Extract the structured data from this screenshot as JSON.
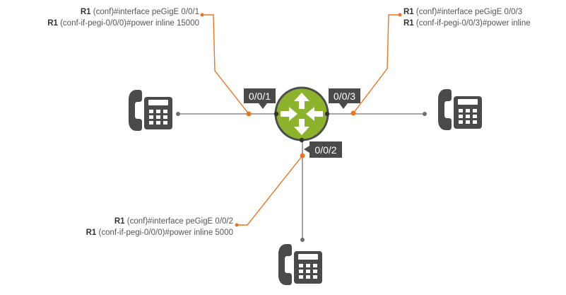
{
  "diagram": {
    "colors": {
      "accent_line": "#e87722",
      "link_line": "#8c8c8c",
      "router_fill": "#8db32c",
      "router_stroke": "#4d4d4d",
      "label_bg": "#4a4a4a",
      "phone": "#4a4a4a"
    },
    "router": {
      "name": "router-icon"
    },
    "ports": {
      "p1": "0/0/1",
      "p2": "0/0/2",
      "p3": "0/0/3"
    },
    "commands": {
      "c1": {
        "dev1": "R1",
        "line1": " (conf)#interface peGigE 0/0/1",
        "dev2": "R1",
        "line2": " (conf-if-pegi-0/0/0)#power inline 15000"
      },
      "c3": {
        "dev1": "R1",
        "line1": " (conf)#interface peGigE 0/0/3",
        "dev2": "R1",
        "line2": " (conf-if-pegi-0/0/3)#power inline"
      },
      "c2": {
        "dev1": "R1",
        "line1": " (conf)#interface peGigE 0/0/2",
        "dev2": "R1",
        "line2": " (conf-if-pegi-0/0/0)#power inline 5000"
      }
    },
    "phones": [
      "phone-icon",
      "phone-icon",
      "phone-icon"
    ]
  }
}
